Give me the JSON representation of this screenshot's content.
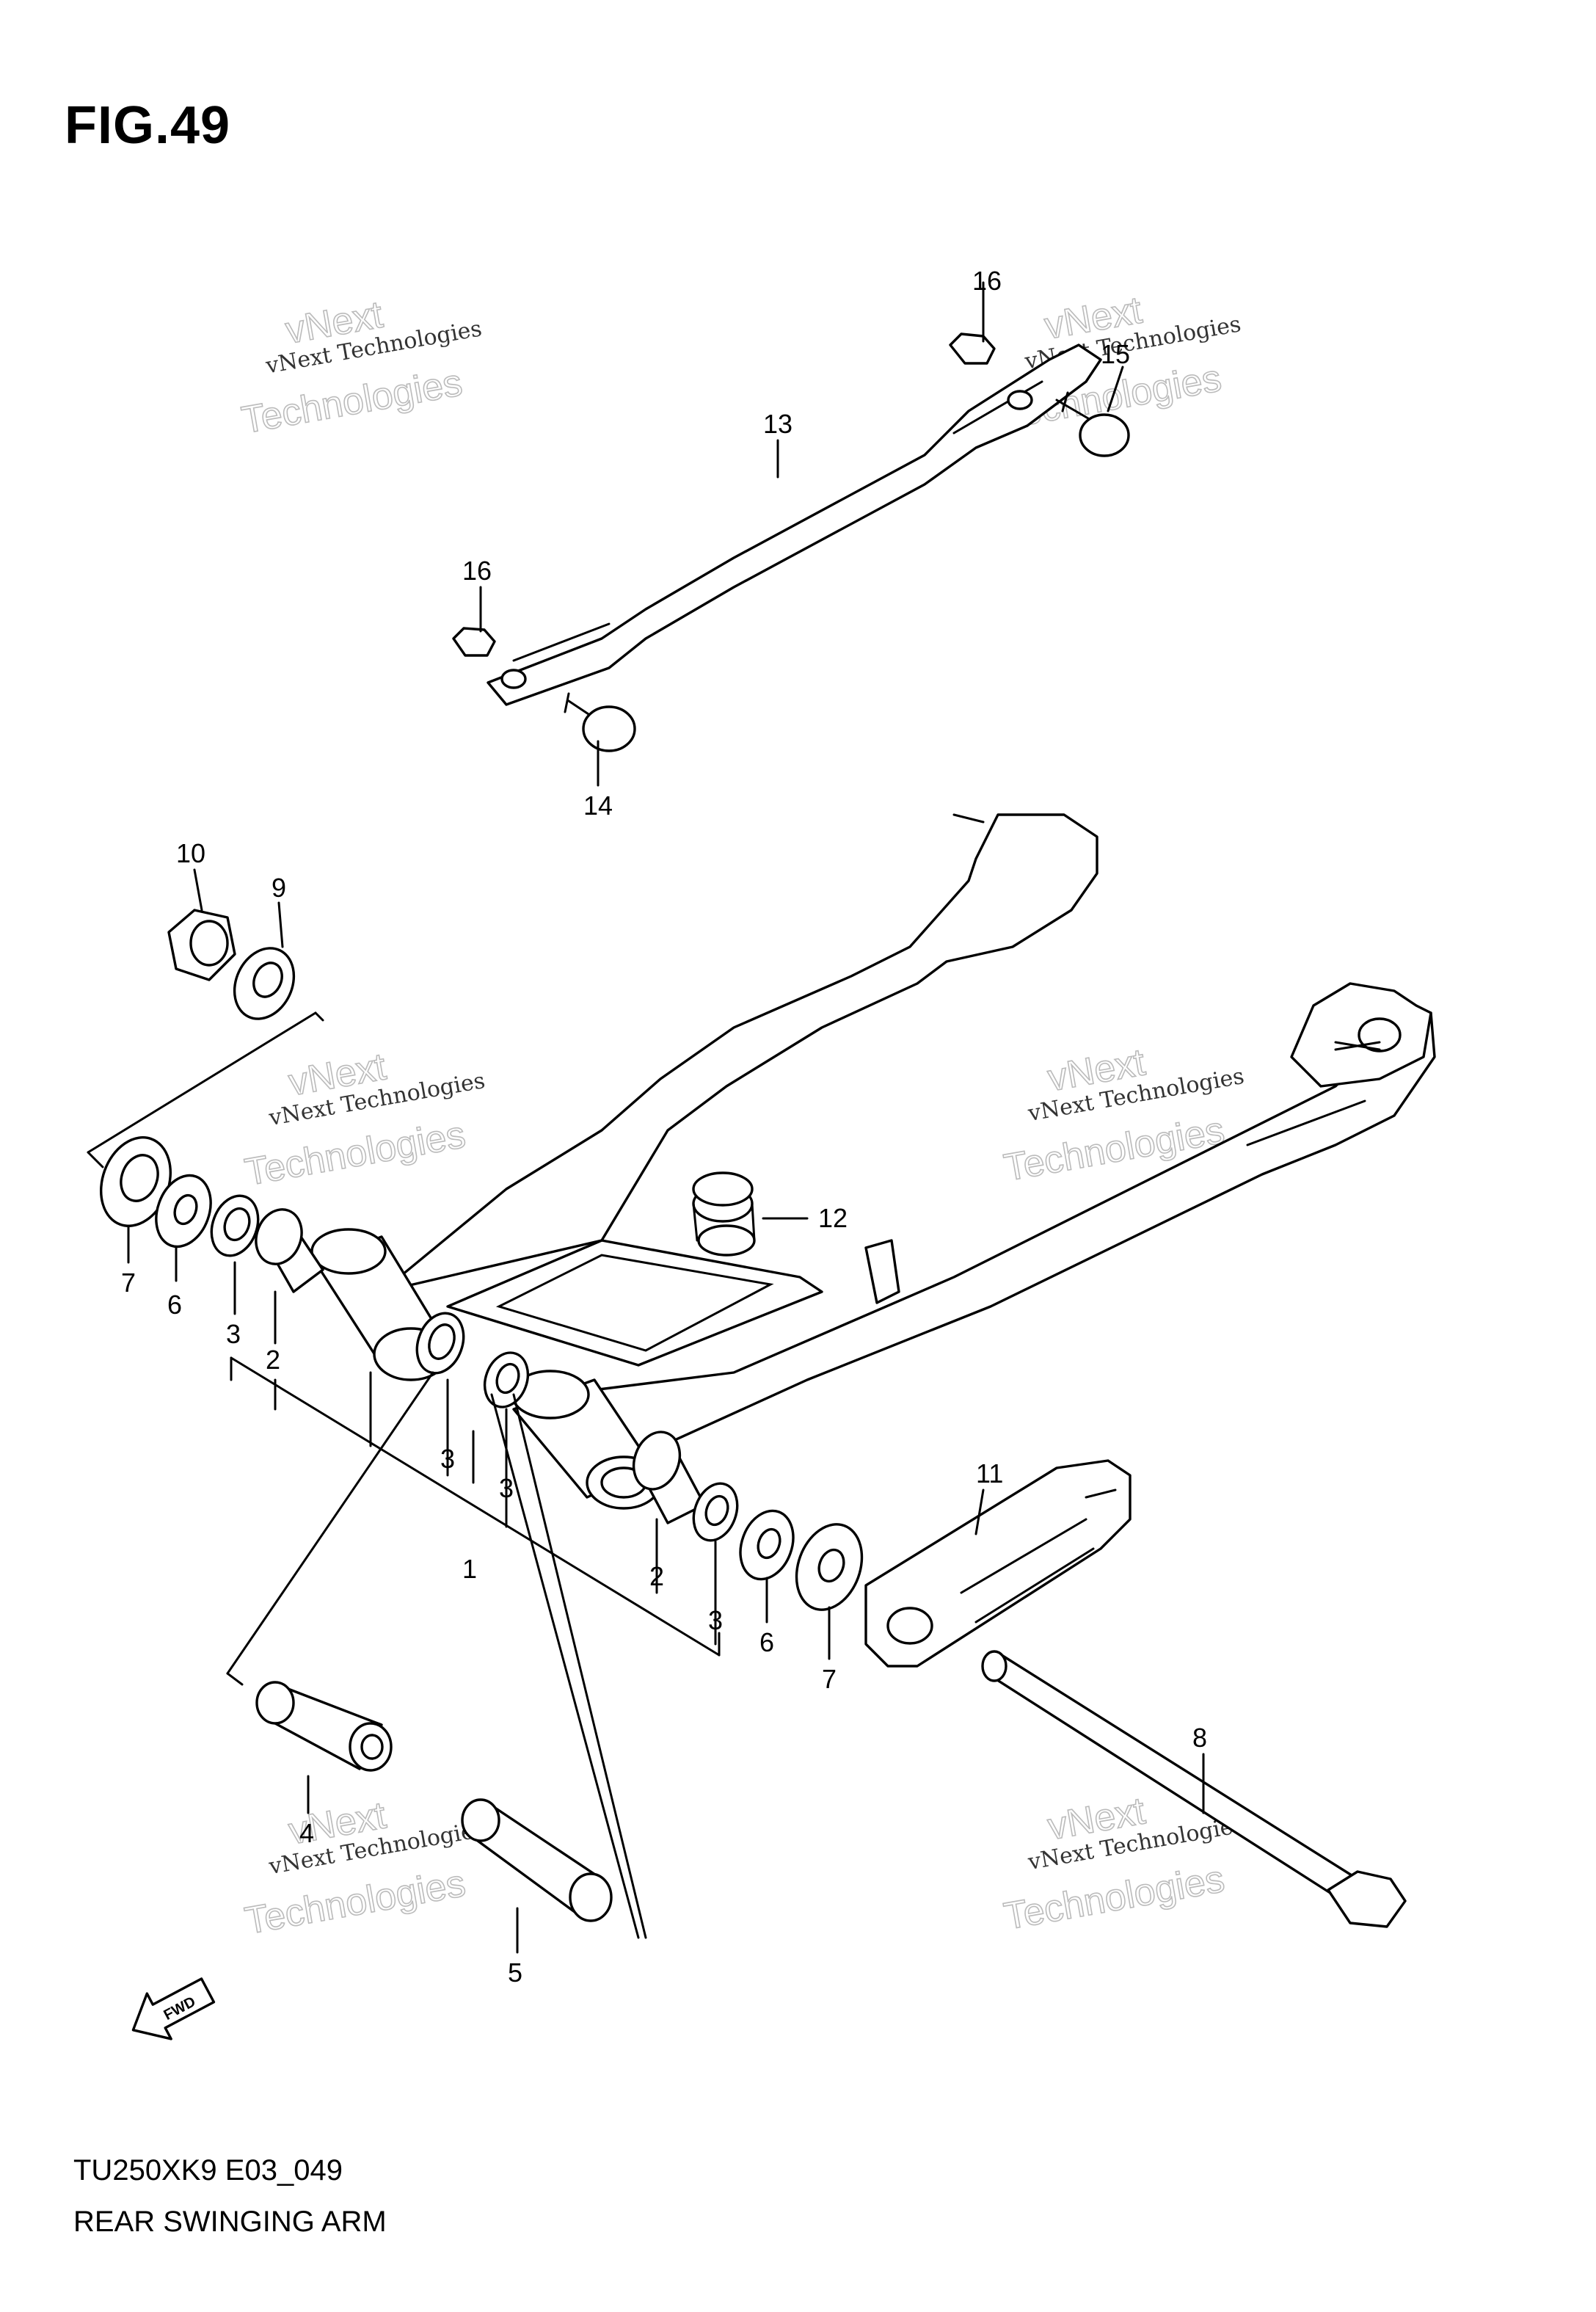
{
  "figure": {
    "title": "FIG.49",
    "model_code": "TU250XK9 E03_049",
    "name": "REAR SWINGING ARM"
  },
  "fwd_label": "FWD",
  "watermark": {
    "line1": "vNext Technologies",
    "line2": "vNext",
    "line3": "Technologies"
  },
  "callouts": [
    "16",
    "15",
    "13",
    "16",
    "14",
    "10",
    "9",
    "12",
    "7",
    "6",
    "3",
    "2",
    "3",
    "3",
    "1",
    "11",
    "2",
    "3",
    "6",
    "7",
    "8",
    "4",
    "5"
  ]
}
